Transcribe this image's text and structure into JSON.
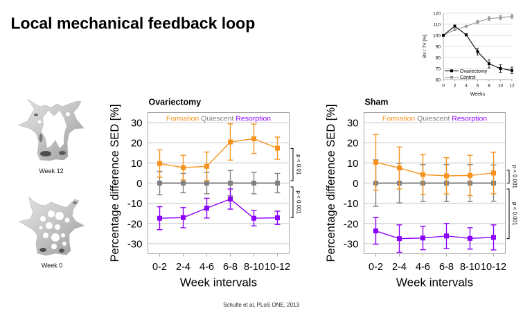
{
  "slide": {
    "title": "Local mechanical feedback loop",
    "citation": "Schulte et al, PLoS ONE, 2013"
  },
  "bone_images": [
    {
      "label": "Week 12"
    },
    {
      "label": "Week 0"
    }
  ],
  "chart_data": [
    {
      "id": "ovx",
      "type": "line",
      "title": "Ovariectomy",
      "xlabel": "Week intervals",
      "ylabel": "Percentage difference SED [%]",
      "categories": [
        "0-2",
        "2-4",
        "4-6",
        "6-8",
        "8-10",
        "10-12"
      ],
      "ylim": [
        -35,
        35
      ],
      "yticks": [
        30,
        20,
        10,
        0,
        -10,
        -20,
        -30
      ],
      "grid": true,
      "legend": {
        "position": "top-center",
        "entries": [
          "Formation",
          "Quiescent",
          "Resorption"
        ]
      },
      "series": [
        {
          "name": "Quiescent",
          "color": "#808080",
          "values": [
            0,
            0,
            0,
            0,
            0,
            0
          ],
          "errors": [
            5.8,
            4.8,
            5.3,
            6.3,
            5.3,
            4.8
          ]
        },
        {
          "name": "Formation",
          "color": "#F7931E",
          "values": [
            9.7,
            7.7,
            8.3,
            20.4,
            22.0,
            17.3
          ],
          "errors": [
            6.8,
            6.1,
            7.1,
            9.0,
            7.3,
            5.5
          ]
        },
        {
          "name": "Resorption",
          "color": "#8A00FF",
          "values": [
            -17.4,
            -17.1,
            -12.4,
            -7.9,
            -17.4,
            -17.2
          ],
          "errors": [
            5.7,
            5.0,
            4.9,
            5.0,
            3.8,
            3.3
          ]
        }
      ],
      "significance": [
        {
          "label": "p < 0.01",
          "from": 17.2,
          "to": 1.2
        },
        {
          "label": "p < 0.001",
          "from": -1.9,
          "to": -17.1
        }
      ]
    },
    {
      "id": "sham",
      "type": "line",
      "title": "Sham",
      "xlabel": "Week intervals",
      "ylabel": "Percentage difference SED [%]",
      "categories": [
        "0-2",
        "2-4",
        "4-6",
        "6-8",
        "8-10",
        "10-12"
      ],
      "ylim": [
        -35,
        35
      ],
      "yticks": [
        30,
        20,
        10,
        0,
        -10,
        -20,
        -30
      ],
      "grid": true,
      "legend": {
        "position": "top-center",
        "entries": [
          "Formation",
          "Quiescent",
          "Resorption"
        ]
      },
      "series": [
        {
          "name": "Quiescent",
          "color": "#808080",
          "values": [
            0,
            0,
            0,
            0,
            0,
            0
          ],
          "errors": [
            11.5,
            9.8,
            9.2,
            9.2,
            9.2,
            9.0
          ]
        },
        {
          "name": "Formation",
          "color": "#F7931E",
          "values": [
            10.3,
            7.5,
            4.2,
            3.6,
            3.8,
            5.0
          ],
          "errors": [
            13.8,
            10.4,
            9.9,
            9.0,
            10.0,
            10.3
          ]
        },
        {
          "name": "Resorption",
          "color": "#8A00FF",
          "values": [
            -23.7,
            -27.5,
            -27.2,
            -26.2,
            -27.4,
            -26.9
          ],
          "errors": [
            6.6,
            6.8,
            5.8,
            6.2,
            5.3,
            6.2
          ]
        }
      ],
      "significance": [
        {
          "label": "p < 0.001",
          "from": 6.4,
          "to": 0
        },
        {
          "label": "p < 0.001",
          "from": -2.9,
          "to": -27.5
        }
      ]
    },
    {
      "id": "bvtv",
      "type": "line",
      "title": "",
      "xlabel": "Weeks",
      "ylabel": "BV / TV [%]",
      "x": [
        0,
        2,
        4,
        6,
        8,
        10,
        12
      ],
      "xlim": [
        0,
        12
      ],
      "xticks": [
        0,
        2,
        4,
        6,
        8,
        10,
        12
      ],
      "ylim": [
        60,
        120
      ],
      "yticks": [
        60,
        70,
        80,
        90,
        100,
        110,
        120
      ],
      "grid": true,
      "legend": {
        "position": "bottom-left",
        "entries": [
          "Ovariectomy",
          "Control"
        ]
      },
      "series": [
        {
          "name": "Control",
          "color": "#999999",
          "values": [
            100,
            105,
            108.1,
            112,
            115.2,
            115.9,
            117
          ],
          "errors": [
            0,
            1,
            1,
            1.6,
            1.8,
            2,
            2
          ]
        },
        {
          "name": "Ovariectomy",
          "color": "#000000",
          "values": [
            100,
            108.3,
            100.4,
            85.2,
            74.3,
            70.0,
            68.3
          ],
          "errors": [
            0,
            1,
            1,
            3,
            3.7,
            3.4,
            3
          ]
        }
      ]
    }
  ]
}
